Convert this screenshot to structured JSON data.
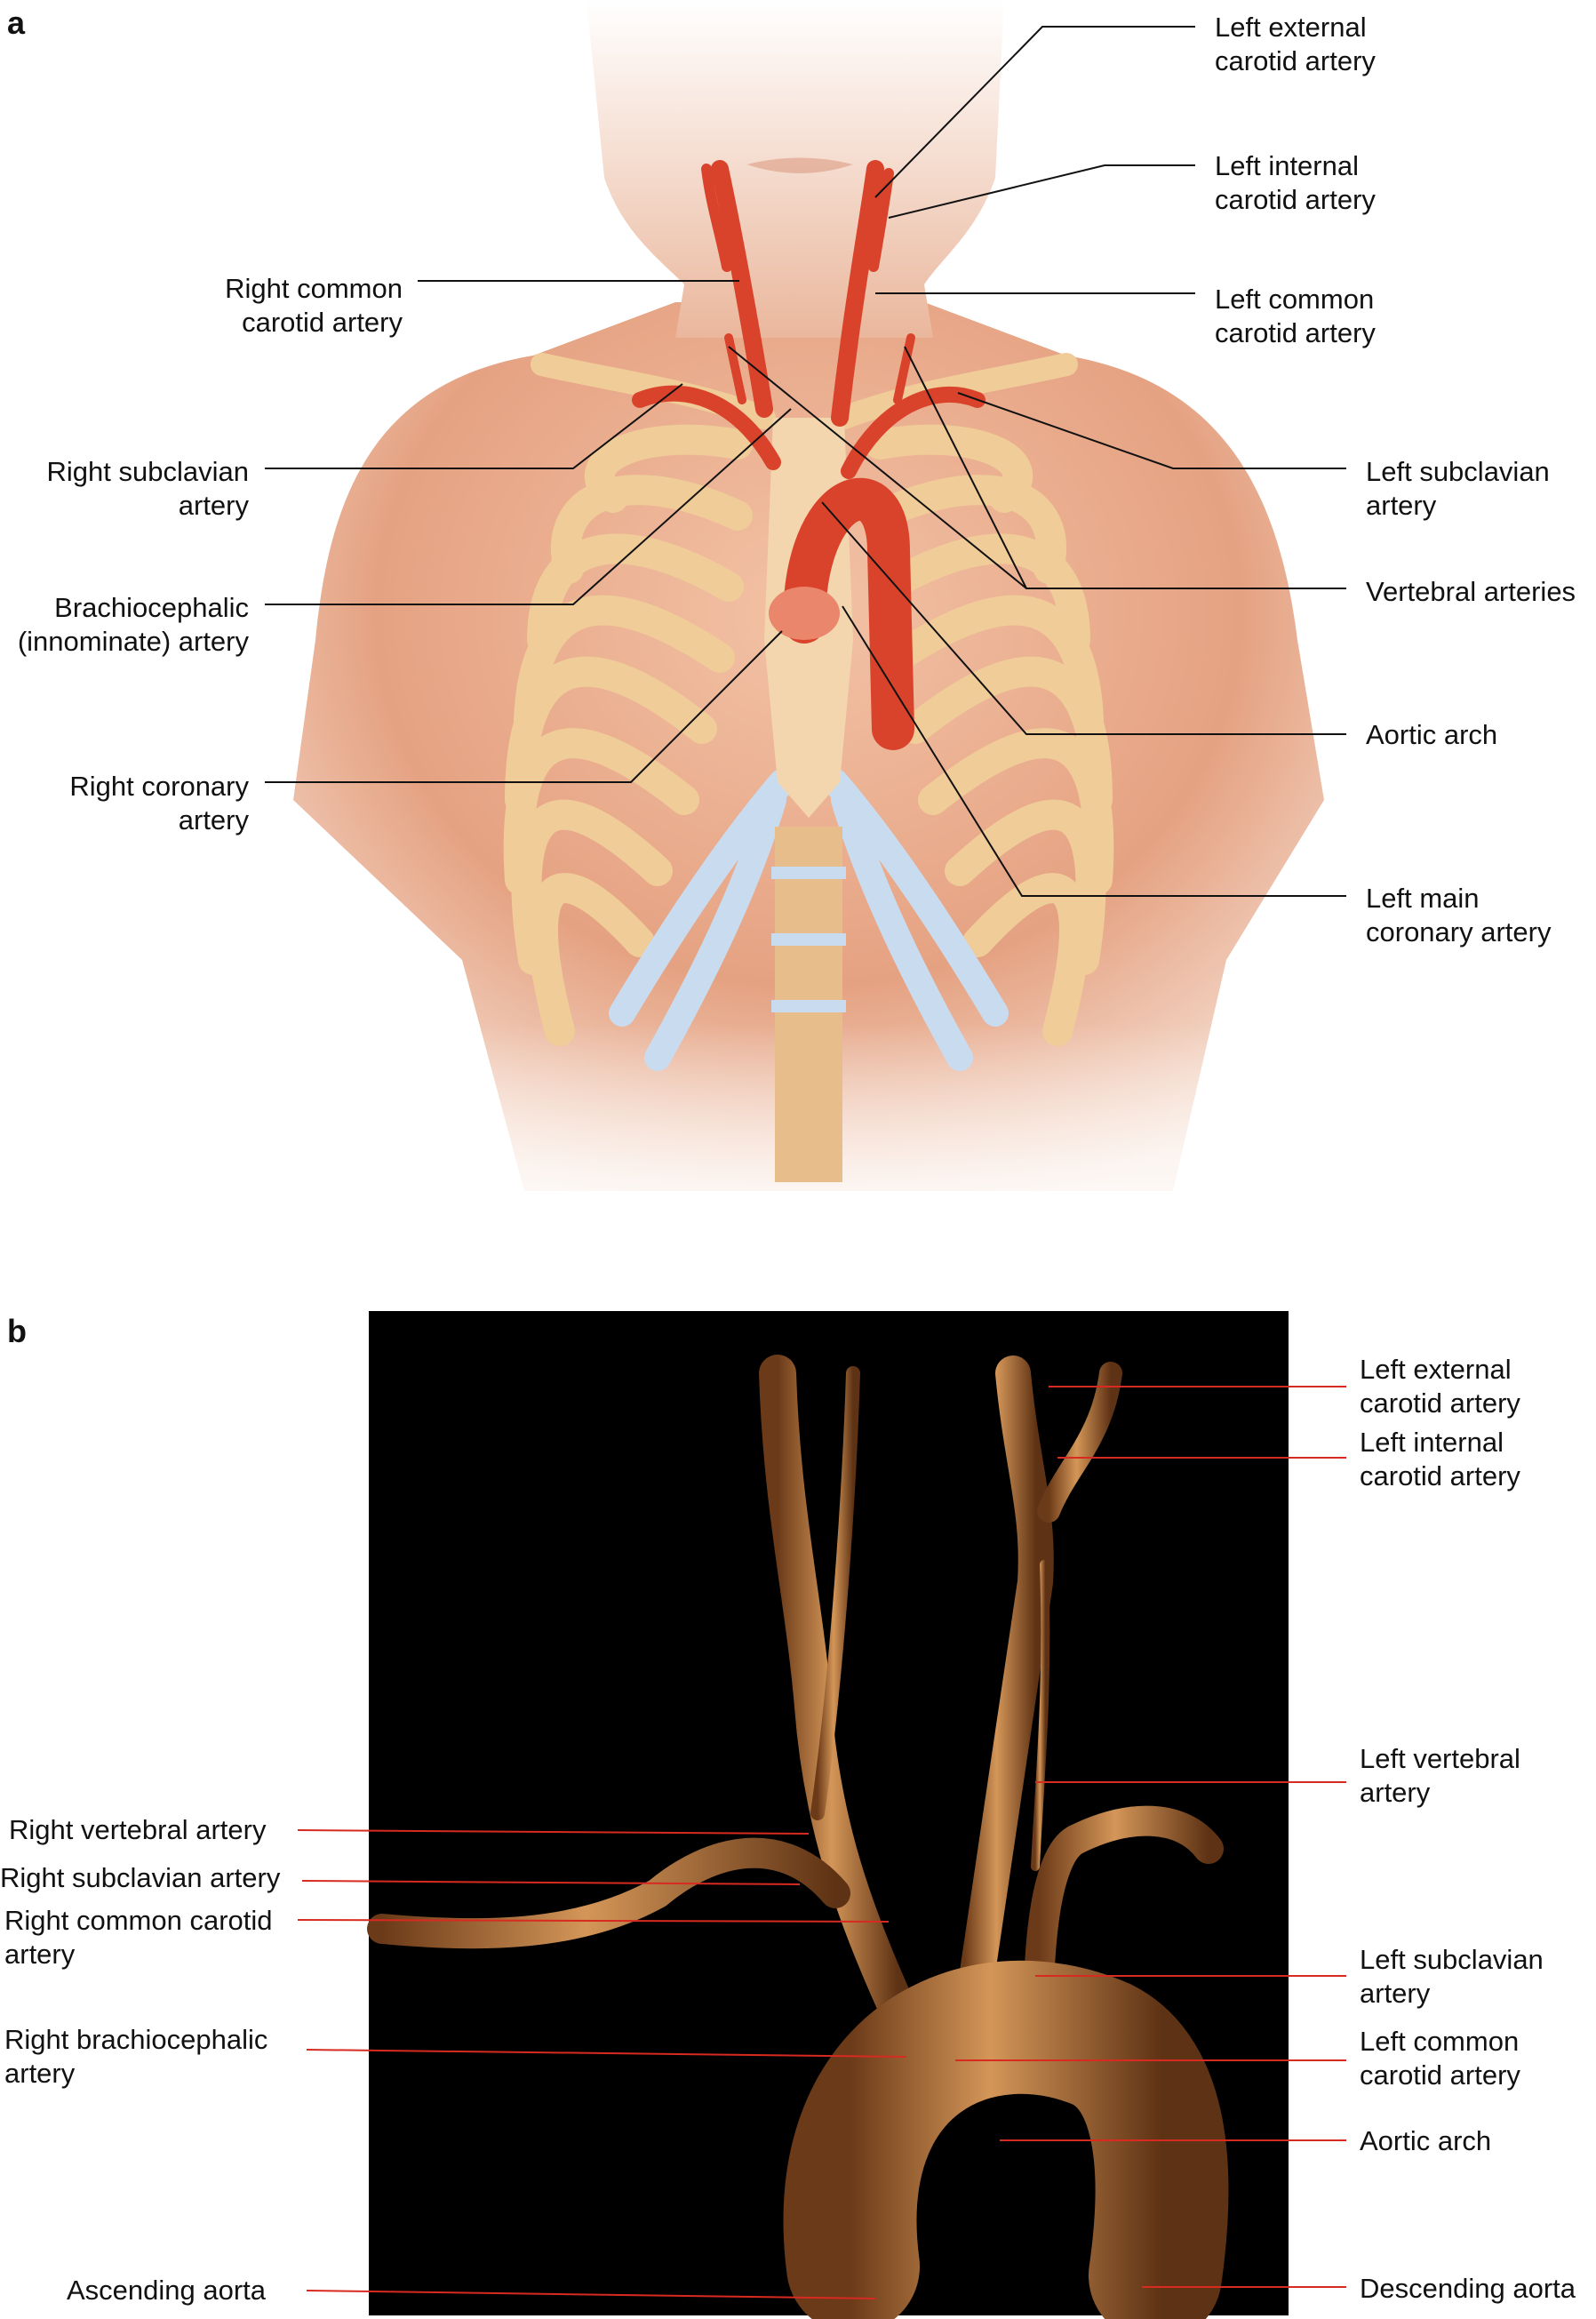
{
  "panel_a": {
    "letter": "a",
    "labels": {
      "left_external_carotid": "Left external\ncarotid artery",
      "left_internal_carotid": "Left internal\ncarotid artery",
      "right_common_carotid": "Right common\ncarotid artery",
      "left_common_carotid": "Left common\ncarotid artery",
      "right_subclavian": "Right subclavian\nartery",
      "left_subclavian": "Left subclavian\nartery",
      "brachiocephalic": "Brachiocephalic\n(innominate) artery",
      "vertebral": "Vertebral arteries",
      "aortic_arch": "Aortic arch",
      "right_coronary": "Right coronary\nartery",
      "left_main_coronary": "Left main\ncoronary artery"
    }
  },
  "panel_b": {
    "letter": "b",
    "labels": {
      "left_external_carotid": "Left external\ncarotid artery",
      "left_internal_carotid": "Left internal\ncarotid artery",
      "left_vertebral": "Left vertebral\nartery",
      "right_vertebral": "Right vertebral artery",
      "right_subclavian": "Right subclavian artery",
      "right_common_carotid": "Right common carotid\nartery",
      "left_subclavian": "Left subclavian\nartery",
      "right_brachiocephalic": "Right brachiocephalic\nartery",
      "left_common_carotid": "Left common\ncarotid artery",
      "aortic_arch": "Aortic arch",
      "ascending_aorta": "Ascending aorta",
      "descending_aorta": "Descending aorta"
    }
  },
  "colors": {
    "skin": "#e8a888",
    "rib": "#f0cc98",
    "cartilage": "#c9dcef",
    "artery": "#d9432c",
    "ct_background": "#000000",
    "ct_vessel": "#b8733a",
    "leader_a": "#111111",
    "leader_b": "#d72a20"
  }
}
